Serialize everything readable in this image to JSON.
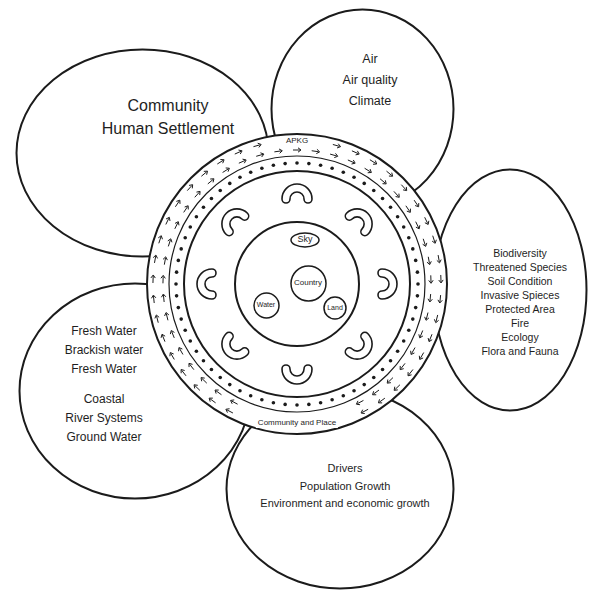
{
  "diagram": {
    "nodes": [
      {
        "text": [
          "Community",
          "Human Settlement"
        ]
      },
      {
        "text": [
          "Air",
          "Air quality",
          "Climate"
        ]
      },
      {
        "text": [
          "Biodiversity",
          "Threatened Species",
          "Soil Condition",
          "Invasive Spieces",
          "Protected Area",
          "Fire",
          "Ecology",
          "Flora and Fauna"
        ]
      },
      {
        "text": [
          "Fresh Water",
          "Brackish water",
          "Fresh Water",
          "Coastal",
          "River Systems",
          "Ground Water"
        ]
      },
      {
        "text": [
          "Drivers",
          "Population Growth",
          "Environment and economic growth"
        ]
      },
      {
        "text": [
          "APKG",
          "Community and Place"
        ]
      },
      {
        "text": [
          "Sky"
        ],
        "in": 5
      },
      {
        "text": [
          "Country"
        ],
        "in": 5
      },
      {
        "text": [
          "Water"
        ],
        "in": 5
      },
      {
        "text": [
          "Land"
        ],
        "in": 5
      }
    ]
  }
}
